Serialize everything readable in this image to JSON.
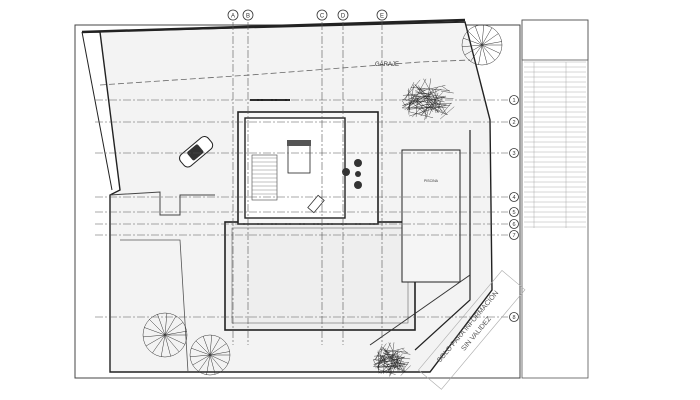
{
  "plan": {
    "labels": {
      "garage": "GARAJE",
      "pool": "PISCINA"
    },
    "watermark": {
      "line1": "SOLO PARA INFORMACIÓN",
      "line2": "SIN VALIDEZ"
    },
    "grid_columns": [
      "A",
      "B",
      "C",
      "D",
      "E"
    ],
    "grid_rows": [
      "1",
      "2",
      "3",
      "4",
      "5",
      "6",
      "7",
      "8"
    ]
  },
  "colors": {
    "line": "#333333",
    "light_line": "#888888",
    "fill": "#f0f0f0"
  }
}
